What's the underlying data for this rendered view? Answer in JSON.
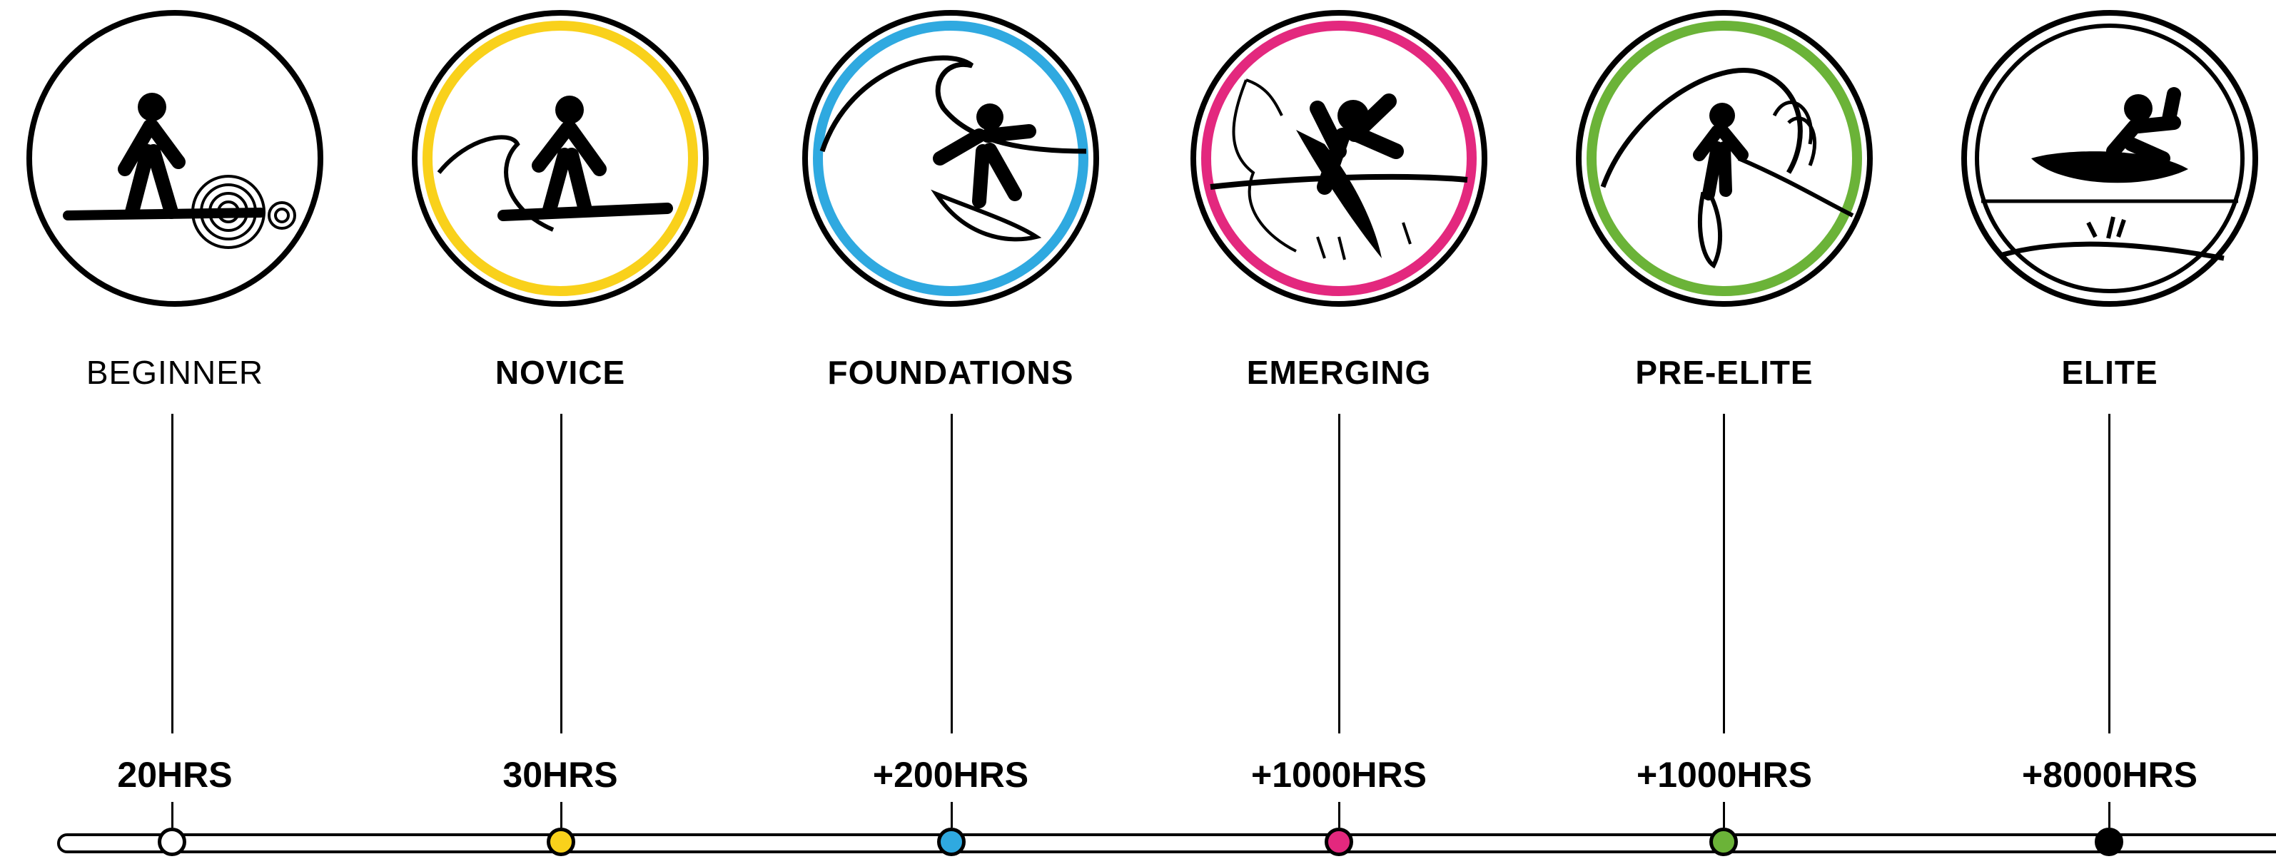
{
  "levels": [
    {
      "name": "BEGINNER",
      "hours": "20HRS",
      "color": "#ffffff",
      "icon": "beginner-surfer-icon",
      "weight": "light"
    },
    {
      "name": "NOVICE",
      "hours": "30HRS",
      "color": "#f9d11b",
      "icon": "novice-surfer-icon",
      "weight": "bold"
    },
    {
      "name": "FOUNDATIONS",
      "hours": "+200HRS",
      "color": "#2fa9e0",
      "icon": "foundations-surfer-icon",
      "weight": "bold"
    },
    {
      "name": "EMERGING",
      "hours": "+1000HRS",
      "color": "#e3287e",
      "icon": "emerging-surfer-icon",
      "weight": "bold"
    },
    {
      "name": "PRE-ELITE",
      "hours": "+1000HRS",
      "color": "#6bb338",
      "icon": "pre-elite-surfer-icon",
      "weight": "bold"
    },
    {
      "name": "ELITE",
      "hours": "+8000HRS",
      "color": "#000000",
      "icon": "elite-surfer-icon",
      "weight": "bold"
    }
  ]
}
